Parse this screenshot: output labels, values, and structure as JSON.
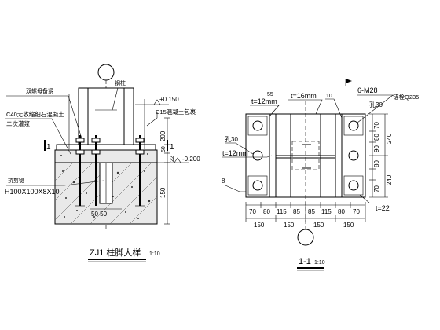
{
  "left_detail": {
    "tag_circle": "",
    "labels": {
      "double_nut": "双螺母备紧",
      "grout": "C40无收缩细石混凝土",
      "grout_line2": "二次灌浆",
      "steel_column": "钢柱",
      "level_top": "+0.150",
      "encasement": "C15混凝土包裹",
      "level_bottom": "-0.200",
      "shear_key": "抗剪键",
      "shear_key_size": "H100X100X8X10",
      "dim_200": "200",
      "dim_50": "50",
      "dim_22": "22",
      "dim_150": "150",
      "dim_bottom": "50 50",
      "section_mark_left": "1",
      "section_mark_right": "1"
    },
    "title": "ZJ1 柱脚大样",
    "scale": "1:10"
  },
  "right_detail": {
    "labels": {
      "t12_top": "t=12mm",
      "t16": "t=16mm",
      "t12_left": "t=12mm",
      "hole30_left": "孔30",
      "hole30_right": "孔30",
      "bolts": "6-M28",
      "bolt_material": "锚栓Q235",
      "t22": "t=22",
      "leader_55": "55",
      "leader_10": "10",
      "leader_8": "8"
    },
    "right_dims_inner": [
      "70",
      "80",
      "90",
      "80",
      "70"
    ],
    "right_dims_outer": [
      "240",
      "240"
    ],
    "bottom_dims_inner": [
      "70",
      "80",
      "115",
      "85",
      "85",
      "115",
      "80",
      "70"
    ],
    "bottom_dims_outer": [
      "150",
      "150",
      "150",
      "150"
    ],
    "title": "1-1",
    "scale": "1:10"
  }
}
